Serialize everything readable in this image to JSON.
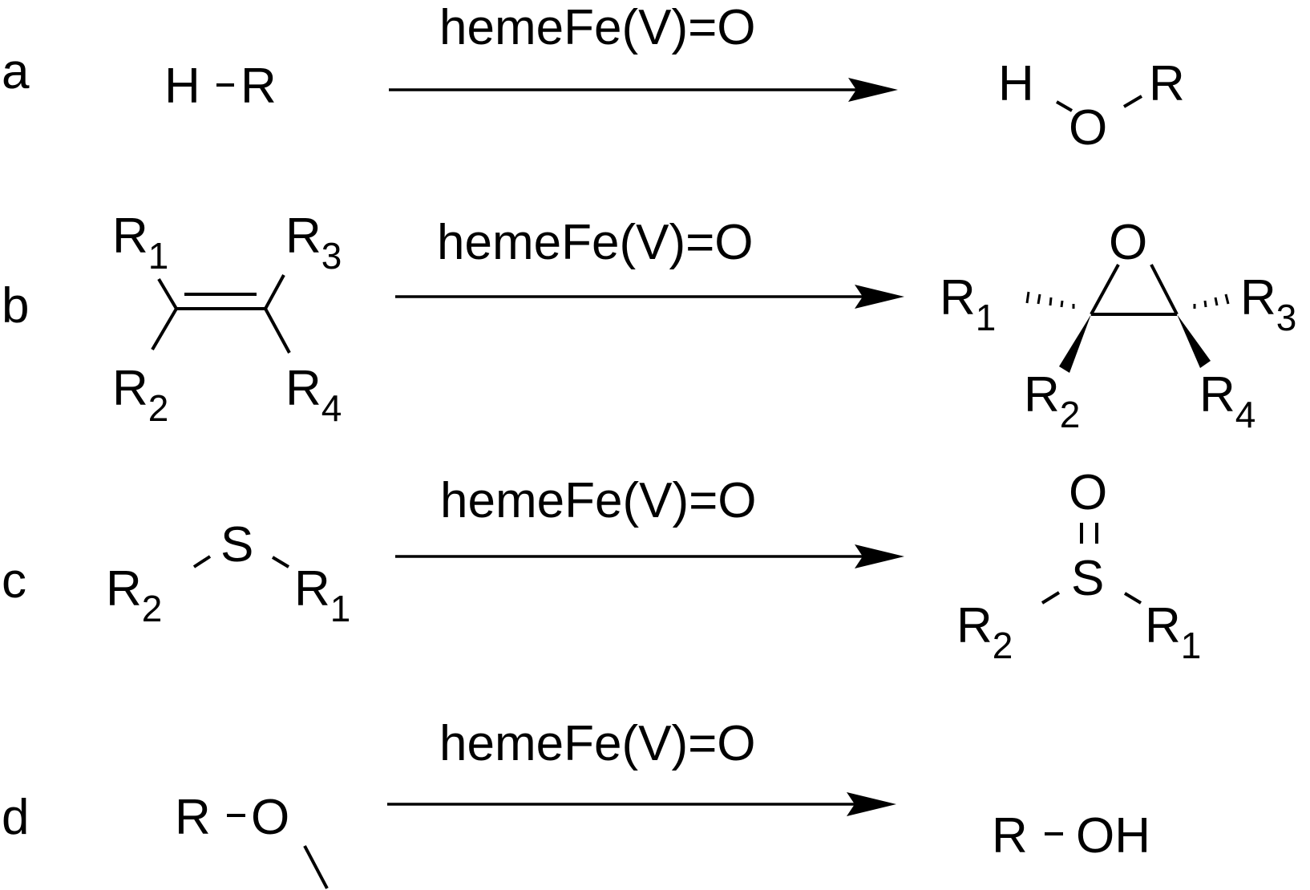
{
  "reactions": [
    {
      "label": "a",
      "reagent": "hemeFe(V)=O",
      "substrate": {
        "h": "H",
        "r": "R"
      },
      "product": {
        "h": "H",
        "o": "O",
        "r": "R"
      }
    },
    {
      "label": "b",
      "reagent": "hemeFe(V)=O",
      "substrate": {
        "r": "R",
        "s1": "1",
        "s2": "2",
        "s3": "3",
        "s4": "4"
      },
      "product": {
        "o": "O",
        "r": "R",
        "s1": "1",
        "s2": "2",
        "s3": "3",
        "s4": "4"
      }
    },
    {
      "label": "c",
      "reagent": "hemeFe(V)=O",
      "substrate": {
        "s": "S",
        "r": "R",
        "s1": "1",
        "s2": "2"
      },
      "product": {
        "o": "O",
        "s": "S",
        "r": "R",
        "s1": "1",
        "s2": "2"
      }
    },
    {
      "label": "d",
      "reagent": "hemeFe(V)=O",
      "substrate": {
        "r": "R",
        "o": "O"
      },
      "product": {
        "r": "R",
        "oh": "OH"
      }
    }
  ],
  "colors": {
    "ink": "#000000",
    "background": "#ffffff"
  }
}
